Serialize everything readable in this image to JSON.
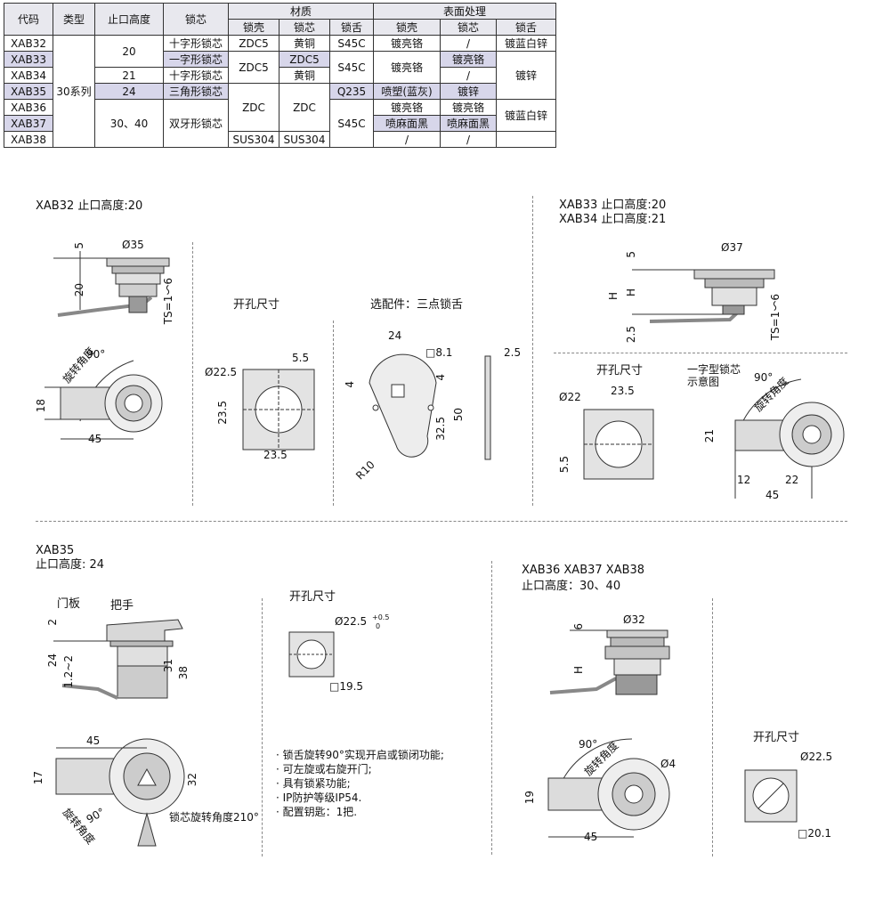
{
  "table": {
    "headers": {
      "code": "代码",
      "type": "类型",
      "height": "止口高度",
      "core": "锁芯",
      "material": "材质",
      "surface": "表面处理",
      "sub_shell": "锁壳",
      "sub_core": "锁芯",
      "sub_tongue": "锁舌"
    },
    "type_value": "30系列",
    "rows": [
      {
        "code": "XAB32",
        "height": "20",
        "core": "十字形锁芯",
        "m_shell": "ZDC5",
        "m_core": "黄铜",
        "m_tongue": "S45C",
        "s_shell": "镀亮铬",
        "s_core": "/",
        "s_tongue": "镀蓝白锌"
      },
      {
        "code": "XAB33",
        "height": "",
        "core": "一字形锁芯",
        "m_shell": "ZDC5",
        "m_core": "ZDC5",
        "m_tongue": "S45C",
        "s_shell": "镀亮铬",
        "s_core": "镀亮铬",
        "s_tongue": "镀锌"
      },
      {
        "code": "XAB34",
        "height": "21",
        "core": "十字形锁芯",
        "m_shell": "",
        "m_core": "黄铜",
        "m_tongue": "",
        "s_shell": "",
        "s_core": "/",
        "s_tongue": ""
      },
      {
        "code": "XAB35",
        "height": "24",
        "core": "三角形锁芯",
        "m_shell": "ZDC",
        "m_core": "ZDC",
        "m_tongue": "Q235",
        "s_shell": "喷塑(蓝灰)",
        "s_core": "镀锌",
        "s_tongue": ""
      },
      {
        "code": "XAB36",
        "height": "30、40",
        "core": "双牙形锁芯",
        "m_shell": "",
        "m_core": "",
        "m_tongue": "S45C",
        "s_shell": "镀亮铬",
        "s_core": "镀亮铬",
        "s_tongue": "镀蓝白锌"
      },
      {
        "code": "XAB37",
        "height": "",
        "core": "",
        "m_shell": "",
        "m_core": "",
        "m_tongue": "",
        "s_shell": "喷麻面黑",
        "s_core": "喷麻面黑",
        "s_tongue": ""
      },
      {
        "code": "XAB38",
        "height": "",
        "core": "",
        "m_shell": "SUS304",
        "m_core": "SUS304",
        "m_tongue": "",
        "s_shell": "/",
        "s_core": "/",
        "s_tongue": ""
      }
    ]
  },
  "sec1": {
    "title": "XAB32  止口高度:20",
    "d_top": "Ø35",
    "d_5": "5",
    "d_20": "20",
    "ts": "TS=1～6",
    "rot_label": "旋转角度",
    "rot_deg": "90°",
    "d_18": "18",
    "d_45": "45",
    "hole_title": "开孔尺寸",
    "hole_d": "Ø22.5",
    "hole_55": "5.5",
    "hole_235v": "23.5",
    "hole_235h": "23.5",
    "opt_title": "选配件：三点锁舌",
    "opt_24": "24",
    "opt_81": "□8.1",
    "opt_4a": "4",
    "opt_4b": "4",
    "opt_325": "32.5",
    "opt_50": "50",
    "opt_r10": "R10",
    "opt_25": "2.5"
  },
  "sec2": {
    "title1": "XAB33  止口高度:20",
    "title2": "XAB34  止口高度:21",
    "d_top": "Ø37",
    "d_5": "5",
    "d_H": "H",
    "d_H2": "H",
    "d_25": "2.5",
    "ts": "TS=1～6",
    "hole_title": "开孔尺寸",
    "hole_d": "Ø22",
    "hole_235": "23.5",
    "hole_55": "5.5",
    "note1": "一字型锁芯",
    "note2": "示意图",
    "rot_label": "旋转角度",
    "rot_deg": "90°",
    "d_21": "21",
    "d_12": "12",
    "d_22": "22",
    "d_45": "45"
  },
  "sec3": {
    "title1": "XAB35",
    "title2": "止口高度: 24",
    "door": "门板",
    "handle": "把手",
    "d_2": "2",
    "d_24": "24",
    "d_122": "1.2~2",
    "d_31": "31",
    "d_38": "38",
    "d_45": "45",
    "d_17": "17",
    "d_32": "32",
    "rot_deg": "90°",
    "rot_label": "旋转角度",
    "core_rot": "锁芯旋转角度210°",
    "hole_title": "开孔尺寸",
    "hole_d": "Ø22.5",
    "tol_up": "+0.5",
    "tol_dn": "0",
    "hole_sq": "□19.5"
  },
  "features": [
    "锁舌旋转90°实现开启或锁闭功能;",
    "可左旋或右旋开门;",
    "具有锁紧功能;",
    "IP防护等级IP54.",
    "配置钥匙：1把."
  ],
  "sec4": {
    "title1": "XAB36  XAB37  XAB38",
    "title2": "止口高度：30、40",
    "d_top": "Ø32",
    "d_6": "6",
    "d_H": "H",
    "rot_deg": "90°",
    "rot_label": "旋转角度",
    "d_4": "Ø4",
    "d_19": "19",
    "d_45": "45",
    "hole_title": "开孔尺寸",
    "hole_d": "Ø22.5",
    "hole_sq": "□20.1"
  }
}
